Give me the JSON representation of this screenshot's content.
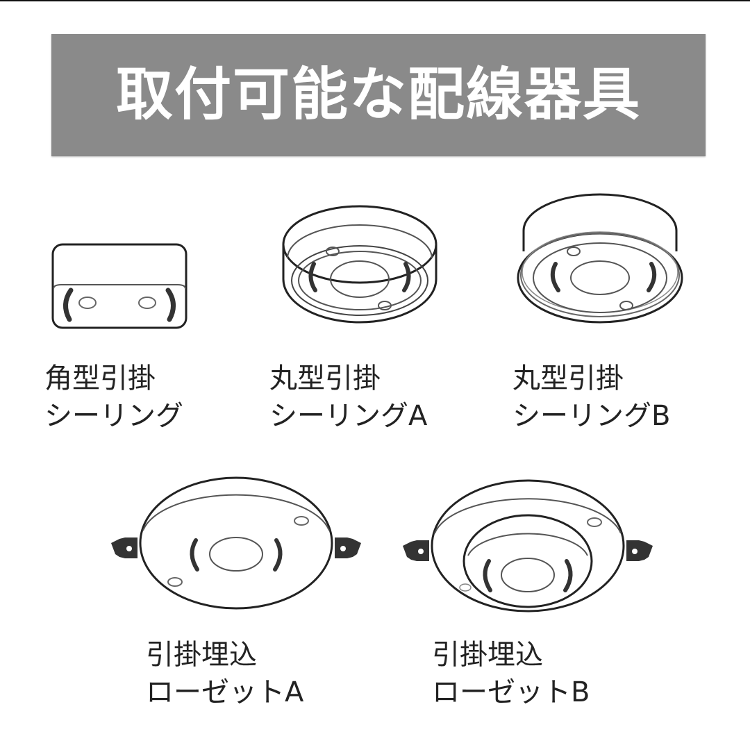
{
  "header": {
    "title": "取付可能な配線器具"
  },
  "fixtures": [
    {
      "id": "kakugata-hikkake-ceiling",
      "line1": "角型引掛",
      "line2": "シーリング"
    },
    {
      "id": "marugata-hikkake-ceiling-a",
      "line1": "丸型引掛",
      "line2": "シーリングA"
    },
    {
      "id": "marugata-hikkake-ceiling-b",
      "line1": "丸型引掛",
      "line2": "シーリングB"
    },
    {
      "id": "hikkake-umekomi-rosette-a",
      "line1": "引掛埋込",
      "line2": "ローゼットA"
    },
    {
      "id": "hikkake-umekomi-rosette-b",
      "line1": "引掛埋込",
      "line2": "ローゼットB"
    }
  ],
  "colors": {
    "banner": "#8a8a8a",
    "banner_text": "#ffffff",
    "line": "#222222",
    "text": "#222222"
  }
}
